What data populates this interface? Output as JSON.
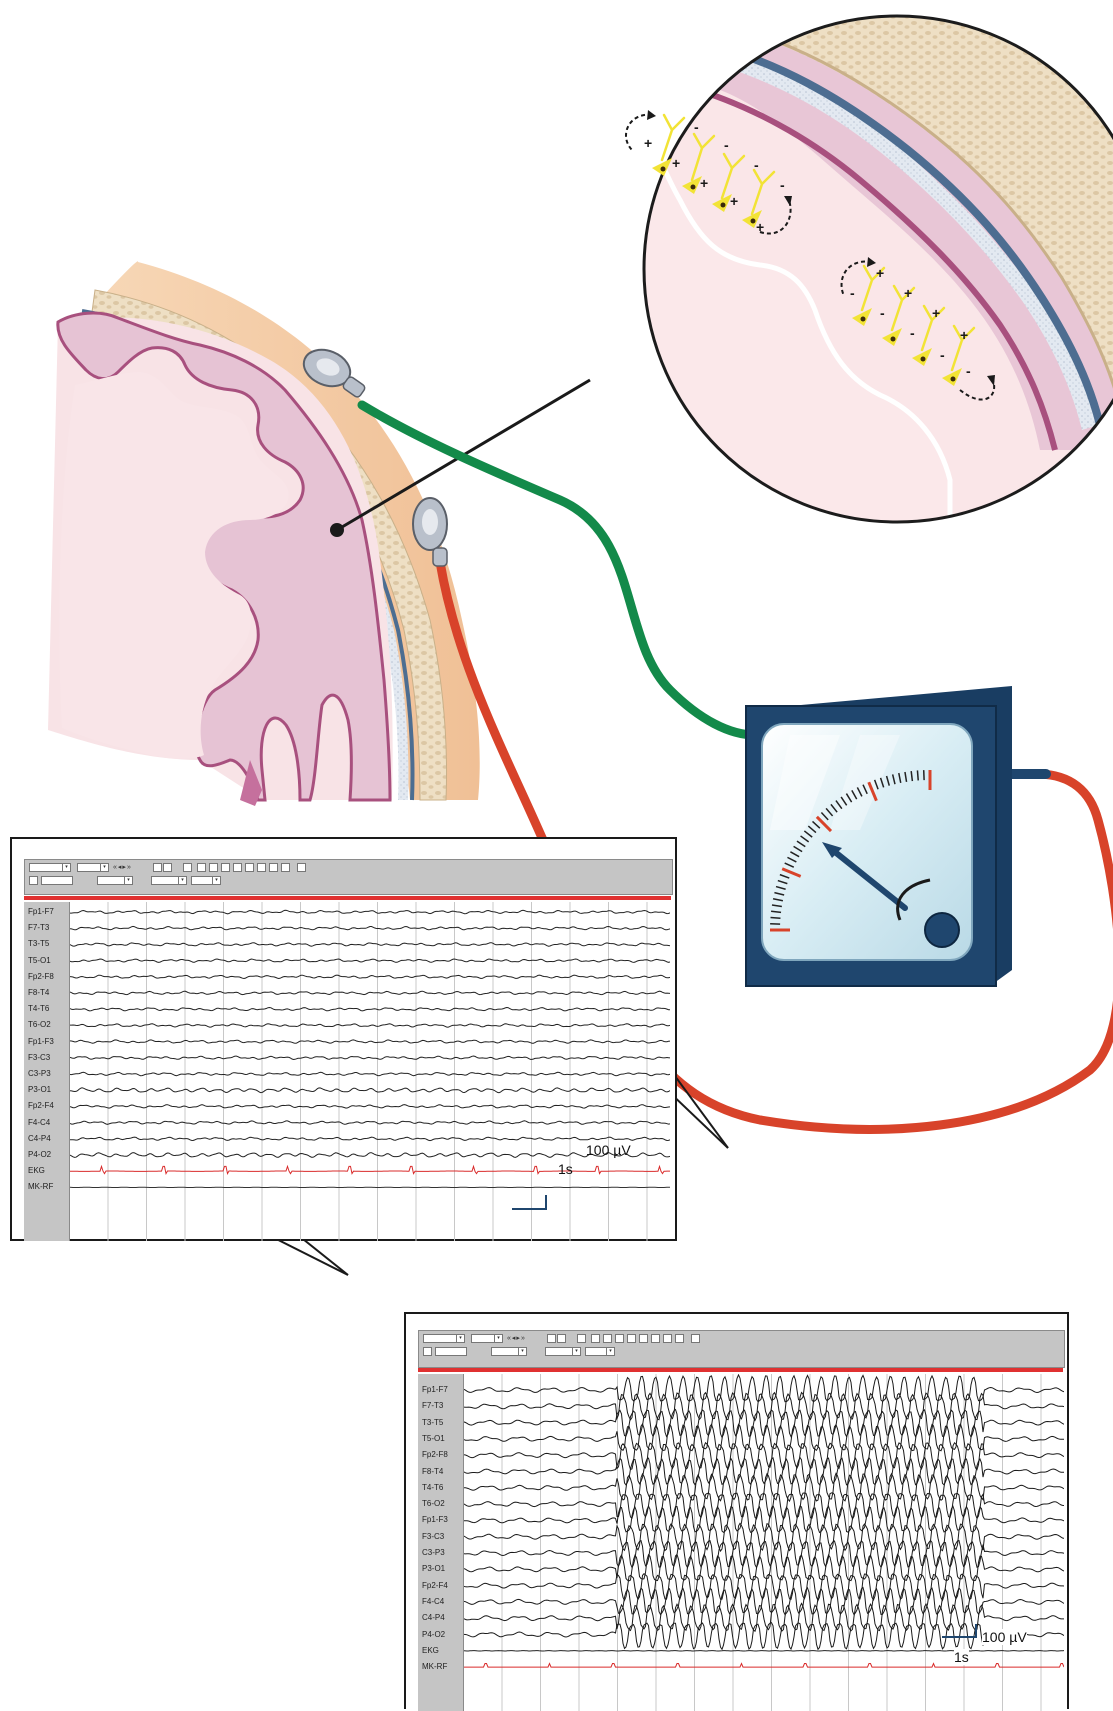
{
  "eeg_panel_1": {
    "channels": [
      "Fp1-F7",
      "F7-T3",
      "T3-T5",
      "T5-O1",
      "Fp2-F8",
      "F8-T4",
      "T4-T6",
      "T6-O2",
      "Fp1-F3",
      "F3-C3",
      "C3-P3",
      "P3-O1",
      "Fp2-F4",
      "F4-C4",
      "C4-P4",
      "P4-O2",
      "EKG",
      "MK-RF"
    ],
    "scale_voltage": "100 µV",
    "scale_time": "1s"
  },
  "eeg_panel_2": {
    "channels": [
      "Fp1-F7",
      "F7-T3",
      "T3-T5",
      "T5-O1",
      "Fp2-F8",
      "F8-T4",
      "T4-T6",
      "T6-O2",
      "Fp1-F3",
      "F3-C3",
      "C3-P3",
      "P3-O1",
      "Fp2-F4",
      "F4-C4",
      "C4-P4",
      "P4-O2",
      "EKG",
      "MK-RF"
    ],
    "scale_voltage": "100 µV",
    "scale_time": "1s"
  },
  "toolbar_glyphs": {
    "dropdown": "▾",
    "rewind": "«",
    "prev": "◂",
    "next": "▸",
    "fast_forward": "»"
  },
  "colors": {
    "cortex": "#e6c3d4",
    "white_matter": "#f8e3e6",
    "pia": "#a8507e",
    "skull": "#e7d3b3",
    "scalp": "#f5cfaa",
    "dura": "#4d6d91",
    "green_lead": "#138a4a",
    "red_lead": "#d8432a",
    "meter_case": "#1f466e",
    "neuron": "#f2e336",
    "ekg_trace": "#d92b2b"
  }
}
